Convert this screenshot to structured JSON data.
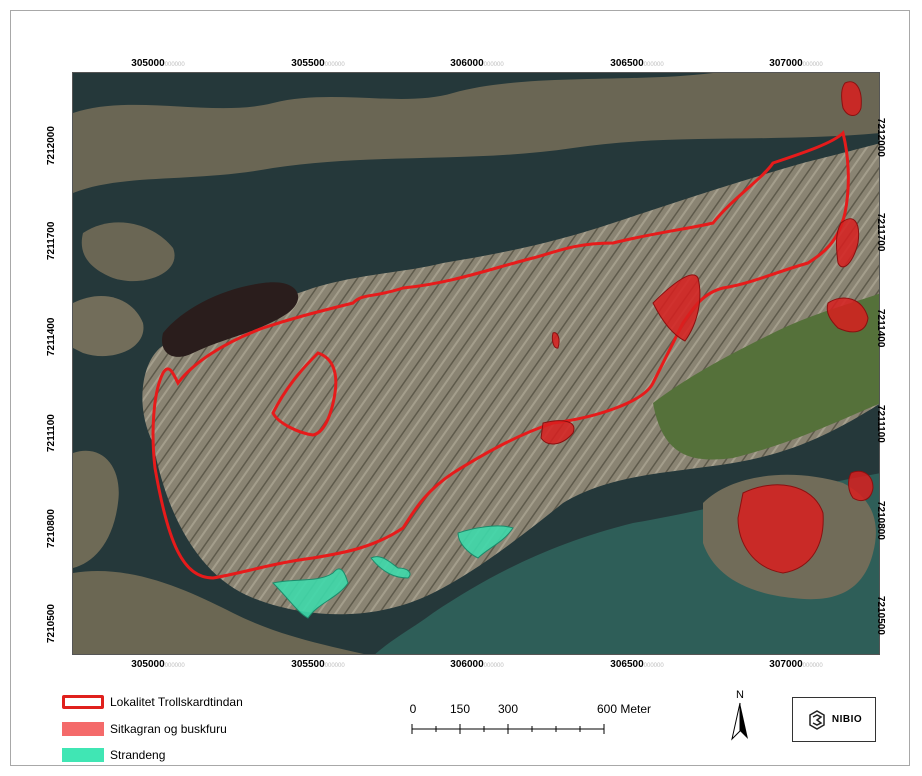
{
  "map": {
    "x_ticks": [
      "305000",
      "305500",
      "306000",
      "306500",
      "307000"
    ],
    "x_tick_suffix": "000000",
    "y_ticks": [
      "7212000",
      "7211700",
      "7211400",
      "7211100",
      "7210800",
      "7210500"
    ]
  },
  "legend": {
    "items": [
      {
        "label": "Lokalitet Trollskardtindan",
        "color": "#e0201c"
      },
      {
        "label": "Sitkagran og buskfuru",
        "color": "#f46a6a"
      },
      {
        "label": "Strandeng",
        "color": "#40e6b4"
      }
    ]
  },
  "scale": {
    "labels": [
      "0",
      "150",
      "300",
      "600 Meter"
    ]
  },
  "north_arrow": {
    "label": "N",
    "icon": "north-arrow-icon"
  },
  "logo": {
    "brand": "NIBIO",
    "icon": "nibio-logo-icon"
  },
  "colors": {
    "locality_outline": "#e61b1b",
    "sitka_fill": "#d81f1f",
    "strandeng_fill": "#3ed9ab",
    "land": "#6e6a55",
    "water": "#233536",
    "sea": "#2f5f5a"
  }
}
